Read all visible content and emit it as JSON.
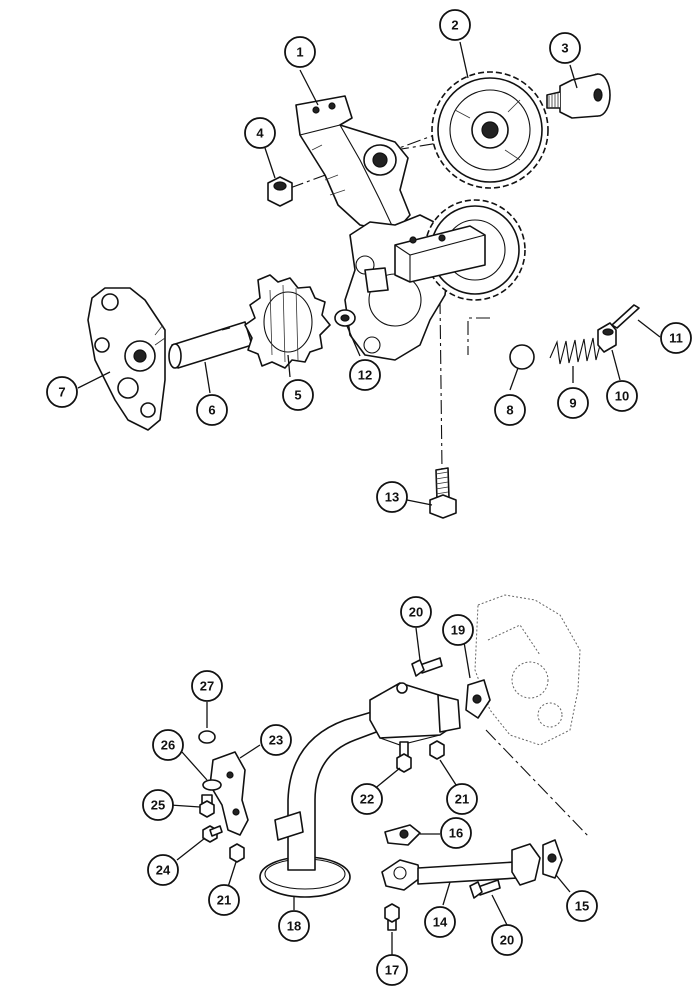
{
  "callouts": [
    {
      "label": "1"
    },
    {
      "label": "2"
    },
    {
      "label": "3"
    },
    {
      "label": "4"
    },
    {
      "label": "5"
    },
    {
      "label": "6"
    },
    {
      "label": "7"
    },
    {
      "label": "8"
    },
    {
      "label": "9"
    },
    {
      "label": "10"
    },
    {
      "label": "11"
    },
    {
      "label": "12"
    },
    {
      "label": "13"
    },
    {
      "label": "20"
    },
    {
      "label": "19"
    },
    {
      "label": "27"
    },
    {
      "label": "26"
    },
    {
      "label": "23"
    },
    {
      "label": "25"
    },
    {
      "label": "22"
    },
    {
      "label": "21"
    },
    {
      "label": "16"
    },
    {
      "label": "24"
    },
    {
      "label": "21"
    },
    {
      "label": "18"
    },
    {
      "label": "14"
    },
    {
      "label": "20"
    },
    {
      "label": "15"
    },
    {
      "label": "17"
    }
  ]
}
